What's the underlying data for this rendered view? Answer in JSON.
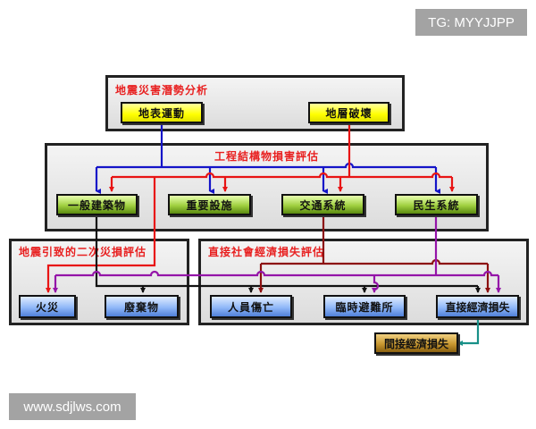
{
  "watermarks": {
    "top_right": "TG: MYYJJPP",
    "bottom_left": "www.sdjlws.com"
  },
  "groups": {
    "hazard": {
      "title": "地震災害潛勢分析",
      "nodes": [
        "地表運動",
        "地層破壞"
      ]
    },
    "structure": {
      "title": "工程結構物損害評估",
      "nodes": [
        "一般建築物",
        "重要設施",
        "交通系統",
        "民生系統"
      ]
    },
    "secondary": {
      "title": "地震引致的二次災損評估",
      "nodes": [
        "火災",
        "廢棄物"
      ]
    },
    "social": {
      "title": "直接社會經濟損失評估",
      "nodes": [
        "人員傷亡",
        "臨時避難所",
        "直接經濟損失"
      ]
    }
  },
  "indirect": "間接經濟損失",
  "colors": {
    "blue": "#1414c8",
    "red": "#e81414",
    "darkred": "#8c1010",
    "purple": "#9414a8",
    "black": "#111111",
    "teal": "#189088",
    "title": "#e82020"
  }
}
